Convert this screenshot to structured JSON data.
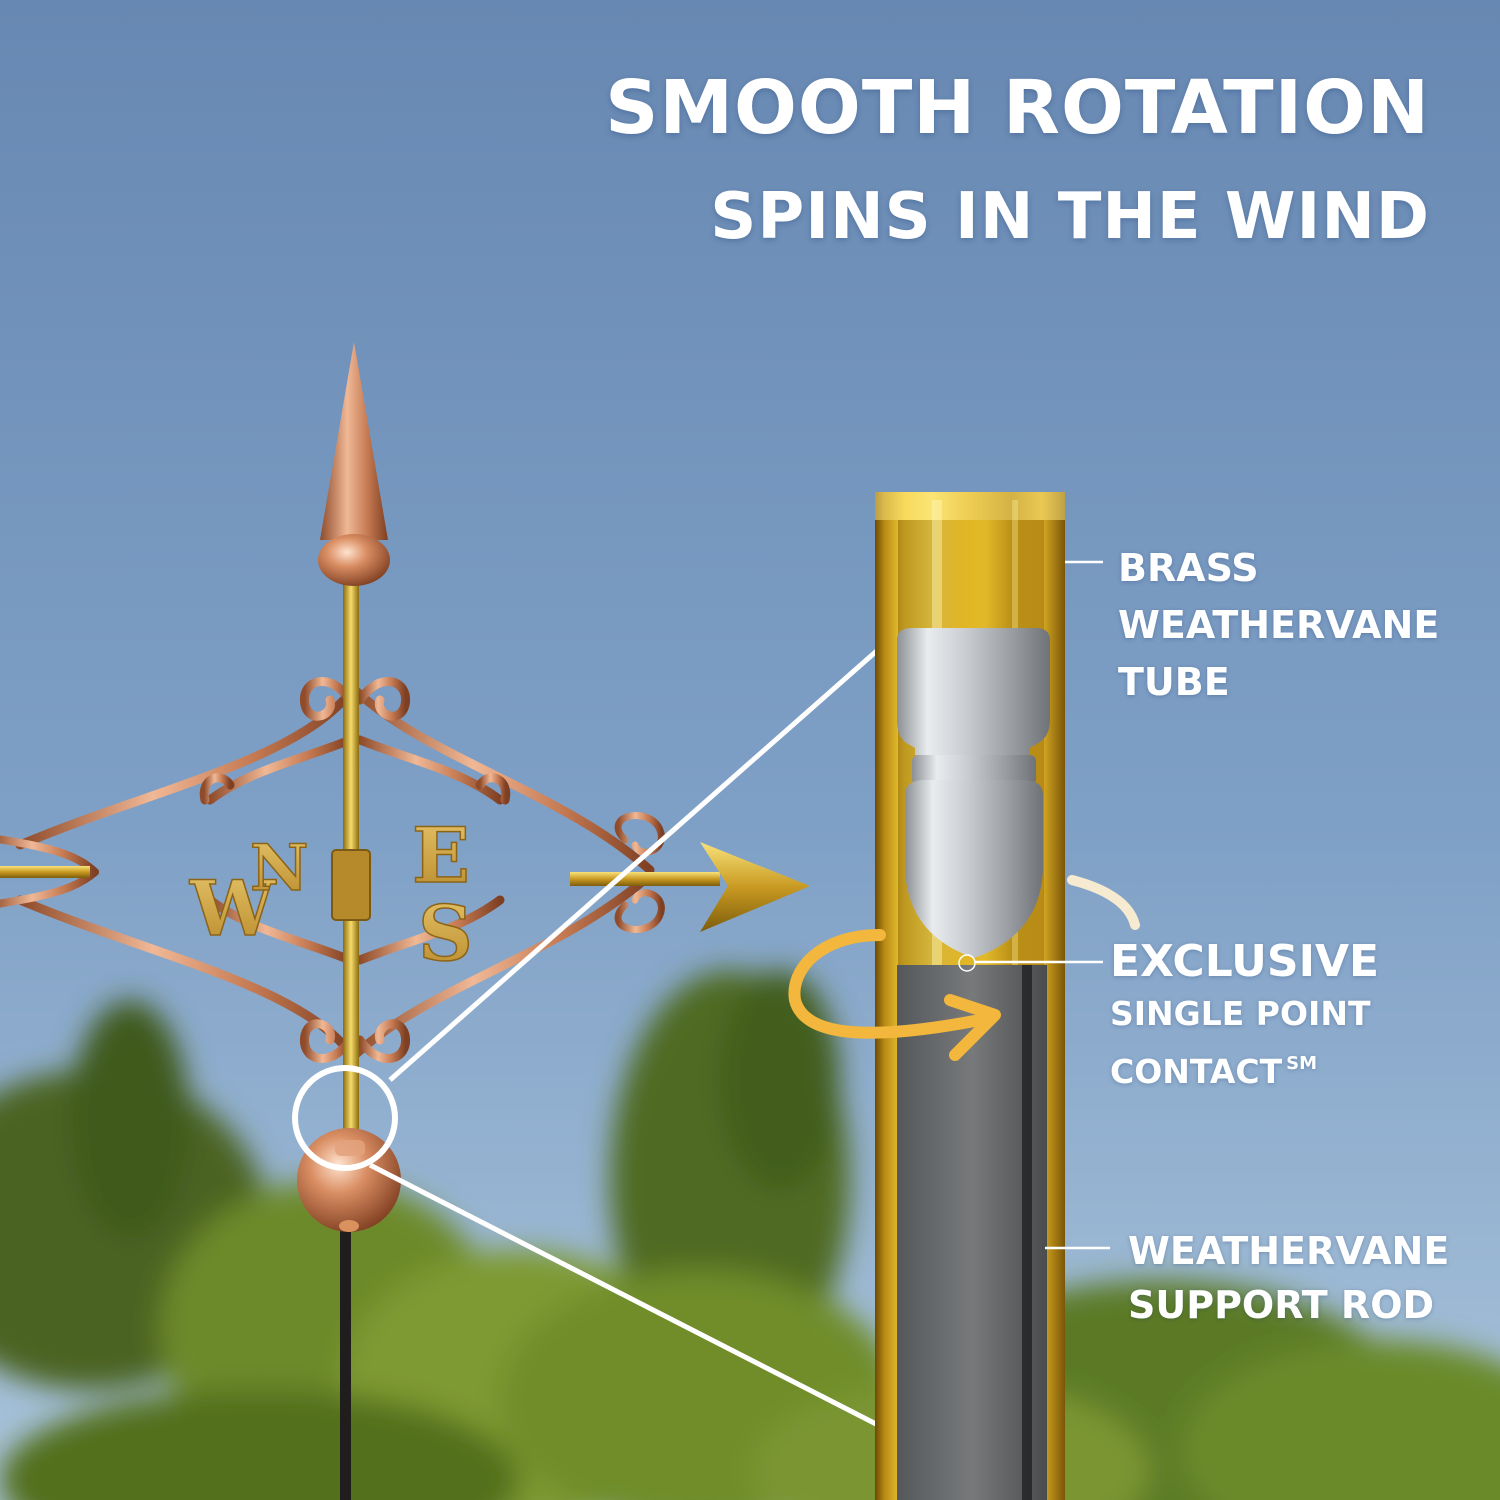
{
  "headline": {
    "line1": "SMOOTH ROTATION",
    "line2": "SPINS IN THE WIND"
  },
  "callouts": {
    "brass_tube": [
      "BRASS",
      "WEATHERVANE",
      "TUBE"
    ],
    "contact": {
      "line1": "EXCLUSIVE",
      "line2": "SINGLE POINT",
      "line3": "CONTACT",
      "mark": "SM"
    },
    "support_rod": [
      "WEATHERVANE",
      "SUPPORT ROD"
    ]
  },
  "compass_letters": [
    "W",
    "N",
    "E",
    "S"
  ],
  "colors": {
    "sky_top": "#6b8fb6",
    "sky_bottom": "#9db9d4",
    "copper": "#c9815a",
    "brass": "#d4a62a",
    "rotation_arrow": "#f2b73c",
    "foliage": "#5d7a2c"
  },
  "icons": {
    "rotation": "rotation-arrow-icon",
    "zoom": "magnifier-circle-icon"
  }
}
